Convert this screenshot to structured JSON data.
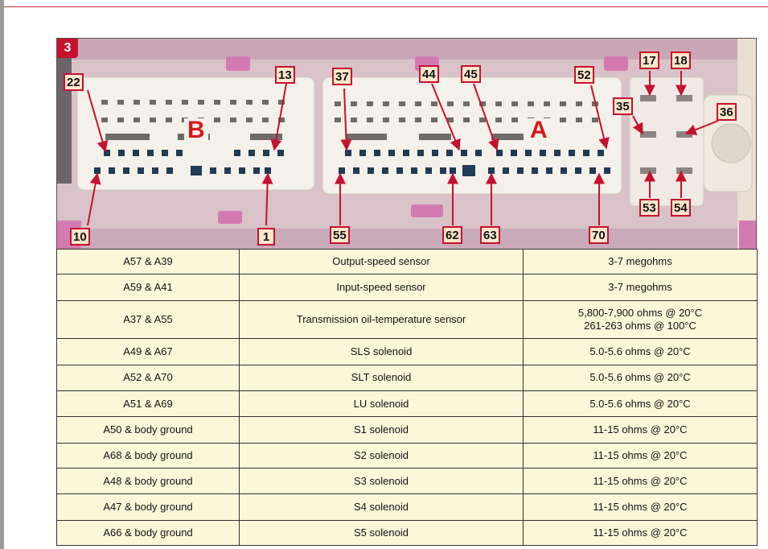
{
  "figure": {
    "number": "3",
    "connector_labels": [
      "B",
      "A"
    ],
    "pin_labels": {
      "p22": "22",
      "p13": "13",
      "p37": "37",
      "p44": "44",
      "p45": "45",
      "p52": "52",
      "p17": "17",
      "p18": "18",
      "p35": "35",
      "p36": "36",
      "p10": "10",
      "p1": "1",
      "p55": "55",
      "p62": "62",
      "p63": "63",
      "p70": "70",
      "p53": "53",
      "p54": "54"
    }
  },
  "table": {
    "rows": [
      {
        "terminals": "A57 & A39",
        "component": "Output-speed sensor",
        "resistance": [
          "3-7 megohms"
        ]
      },
      {
        "terminals": "A59 & A41",
        "component": "Input-speed sensor",
        "resistance": [
          "3-7 megohms"
        ]
      },
      {
        "terminals": "A37 & A55",
        "component": "Transmission oil-temperature sensor",
        "resistance": [
          "5,800-7,900 ohms @ 20°C",
          "261-263 ohms @ 100°C"
        ]
      },
      {
        "terminals": "A49 & A67",
        "component": "SLS solenoid",
        "resistance": [
          "5.0-5.6 ohms @ 20°C"
        ]
      },
      {
        "terminals": "A52 & A70",
        "component": "SLT solenoid",
        "resistance": [
          "5.0-5.6 ohms @ 20°C"
        ]
      },
      {
        "terminals": "A51 & A69",
        "component": "LU solenoid",
        "resistance": [
          "5.0-5.6 ohms @ 20°C"
        ]
      },
      {
        "terminals": "A50 & body ground",
        "component": "S1 solenoid",
        "resistance": [
          "11-15 ohms @ 20°C"
        ]
      },
      {
        "terminals": "A68 & body ground",
        "component": "S2 solenoid",
        "resistance": [
          "11-15 ohms @ 20°C"
        ]
      },
      {
        "terminals": "A48 & body ground",
        "component": "S3 solenoid",
        "resistance": [
          "11-15 ohms @ 20°C"
        ]
      },
      {
        "terminals": "A47 & body ground",
        "component": "S4 solenoid",
        "resistance": [
          "11-15 ohms @ 20°C"
        ]
      },
      {
        "terminals": "A66 & body ground",
        "component": "S5 solenoid",
        "resistance": [
          "11-15 ohms @ 20°C"
        ]
      }
    ]
  }
}
